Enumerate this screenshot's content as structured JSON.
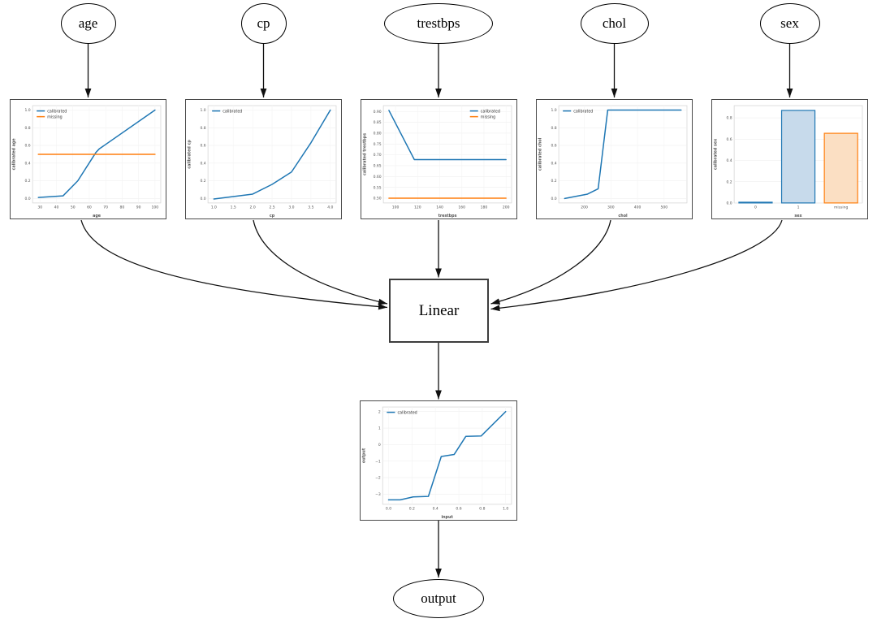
{
  "diagram": {
    "input_nodes": [
      "age",
      "cp",
      "trestbps",
      "chol",
      "sex"
    ],
    "linear_label": "Linear",
    "output_label": "output"
  },
  "colors": {
    "calibrated": "#1f77b4",
    "missing": "#ff7f0e"
  },
  "chart_data": [
    {
      "name": "age-calibration",
      "type": "line",
      "xlabel": "age",
      "ylabel": "calibrated age",
      "xlim": [
        25.5,
        103.5
      ],
      "ylim": [
        -0.05,
        1.05
      ],
      "xtick_vals": [
        30,
        40,
        50,
        60,
        70,
        80,
        90,
        100
      ],
      "xtick_labels": [
        "30",
        "40",
        "50",
        "60",
        "70",
        "80",
        "90",
        "100"
      ],
      "ytick_vals": [
        0,
        0.2,
        0.4,
        0.6,
        0.8,
        1.0
      ],
      "ytick_labels": [
        "0.0",
        "0.2",
        "0.4",
        "0.6",
        "0.8",
        "1.0"
      ],
      "series": [
        {
          "name": "calibrated",
          "color": "#1f77b4",
          "x": [
            29,
            44,
            53,
            64,
            66,
            100
          ],
          "y": [
            0.012,
            0.03,
            0.2,
            0.52,
            0.56,
            1.0
          ]
        },
        {
          "name": "missing",
          "color": "#ff7f0e",
          "x": [
            29,
            100
          ],
          "y": [
            0.5,
            0.5
          ]
        }
      ],
      "legend": {
        "pos": "nw",
        "entries": [
          {
            "label": "calibrated",
            "color": "#1f77b4"
          },
          {
            "label": "missing",
            "color": "#ff7f0e"
          }
        ]
      }
    },
    {
      "name": "cp-calibration",
      "type": "line",
      "xlabel": "cp",
      "ylabel": "calibrated cp",
      "xlim": [
        0.85,
        4.15
      ],
      "ylim": [
        -0.05,
        1.05
      ],
      "xtick_vals": [
        1.0,
        1.5,
        2.0,
        2.5,
        3.0,
        3.5,
        4.0
      ],
      "xtick_labels": [
        "1.0",
        "1.5",
        "2.0",
        "2.5",
        "3.0",
        "3.5",
        "4.0"
      ],
      "ytick_vals": [
        0,
        0.2,
        0.4,
        0.6,
        0.8,
        1.0
      ],
      "ytick_labels": [
        "0.0",
        "0.2",
        "0.4",
        "0.6",
        "0.8",
        "1.0"
      ],
      "series": [
        {
          "name": "calibrated",
          "color": "#1f77b4",
          "x": [
            1.0,
            2.0,
            2.5,
            3.0,
            3.5,
            4.0
          ],
          "y": [
            -0.005,
            0.05,
            0.16,
            0.3,
            0.63,
            1.0
          ]
        }
      ],
      "legend": {
        "pos": "nw",
        "entries": [
          {
            "label": "calibrated",
            "color": "#1f77b4"
          }
        ]
      }
    },
    {
      "name": "trestbps-calibration",
      "type": "line",
      "xlabel": "trestbps",
      "ylabel": "calibrated trestbps",
      "xlim": [
        89,
        205
      ],
      "ylim": [
        0.478,
        0.927
      ],
      "xtick_vals": [
        100,
        120,
        140,
        160,
        180,
        200
      ],
      "xtick_labels": [
        "100",
        "120",
        "140",
        "160",
        "180",
        "200"
      ],
      "ytick_vals": [
        0.5,
        0.55,
        0.6,
        0.65,
        0.7,
        0.75,
        0.8,
        0.85,
        0.9
      ],
      "ytick_labels": [
        "0.50",
        "0.55",
        "0.60",
        "0.65",
        "0.70",
        "0.75",
        "0.80",
        "0.85",
        "0.90"
      ],
      "series": [
        {
          "name": "calibrated",
          "color": "#1f77b4",
          "x": [
            94,
            117,
            200
          ],
          "y": [
            0.905,
            0.678,
            0.678
          ]
        },
        {
          "name": "missing",
          "color": "#ff7f0e",
          "x": [
            94,
            200
          ],
          "y": [
            0.5,
            0.5
          ]
        }
      ],
      "legend": {
        "pos": "ne",
        "entries": [
          {
            "label": "calibrated",
            "color": "#1f77b4"
          },
          {
            "label": "missing",
            "color": "#ff7f0e"
          }
        ]
      }
    },
    {
      "name": "chol-calibration",
      "type": "line",
      "xlabel": "chol",
      "ylabel": "calibrated chol",
      "xlim": [
        104,
        586
      ],
      "ylim": [
        -0.05,
        1.05
      ],
      "xtick_vals": [
        200,
        300,
        400,
        500
      ],
      "xtick_labels": [
        "200",
        "300",
        "400",
        "500"
      ],
      "ytick_vals": [
        0,
        0.2,
        0.4,
        0.6,
        0.8,
        1.0
      ],
      "ytick_labels": [
        "0.0",
        "0.2",
        "0.4",
        "0.6",
        "0.8",
        "1.0"
      ],
      "series": [
        {
          "name": "calibrated",
          "color": "#1f77b4",
          "x": [
            126,
            212,
            252,
            288,
            564
          ],
          "y": [
            0.0,
            0.05,
            0.11,
            1.0,
            1.0
          ]
        }
      ],
      "legend": {
        "pos": "nw",
        "entries": [
          {
            "label": "calibrated",
            "color": "#1f77b4"
          }
        ]
      }
    },
    {
      "name": "sex-calibration",
      "type": "bar",
      "xlabel": "sex",
      "ylabel": "calibrated sex",
      "ylim": [
        0,
        0.915
      ],
      "categories": [
        "0",
        "1",
        "missing"
      ],
      "values": [
        0.007,
        0.87,
        0.655
      ],
      "bar_edges": [
        "#1f77b4",
        "#1f77b4",
        "#ff7f0e"
      ],
      "bar_fills": [
        "#c7daeb",
        "#c7daeb",
        "#fbdfc3"
      ],
      "ytick_vals": [
        0,
        0.2,
        0.4,
        0.6,
        0.8
      ],
      "ytick_labels": [
        "0.0",
        "0.2",
        "0.4",
        "0.6",
        "0.8"
      ],
      "legend": {
        "pos": "none",
        "entries": []
      }
    },
    {
      "name": "output-calibration",
      "type": "line",
      "xlabel": "input",
      "ylabel": "output",
      "xlim": [
        -0.05,
        1.05
      ],
      "ylim": [
        -3.62,
        2.28
      ],
      "xtick_vals": [
        0,
        0.2,
        0.4,
        0.6,
        0.8,
        1.0
      ],
      "xtick_labels": [
        "0.0",
        "0.2",
        "0.4",
        "0.6",
        "0.8",
        "1.0"
      ],
      "ytick_vals": [
        -3,
        -2,
        -1,
        0,
        1,
        2
      ],
      "ytick_labels": [
        "−3",
        "−2",
        "−1",
        "0",
        "1",
        "2"
      ],
      "series": [
        {
          "name": "calibrated",
          "color": "#1f77b4",
          "x": [
            0,
            0.1,
            0.21,
            0.34,
            0.45,
            0.56,
            0.66,
            0.79,
            1.0
          ],
          "y": [
            -3.35,
            -3.35,
            -3.17,
            -3.14,
            -0.72,
            -0.6,
            0.5,
            0.52,
            2.0
          ]
        }
      ],
      "legend": {
        "pos": "nw",
        "entries": [
          {
            "label": "calibrated",
            "color": "#1f77b4"
          }
        ]
      }
    }
  ]
}
